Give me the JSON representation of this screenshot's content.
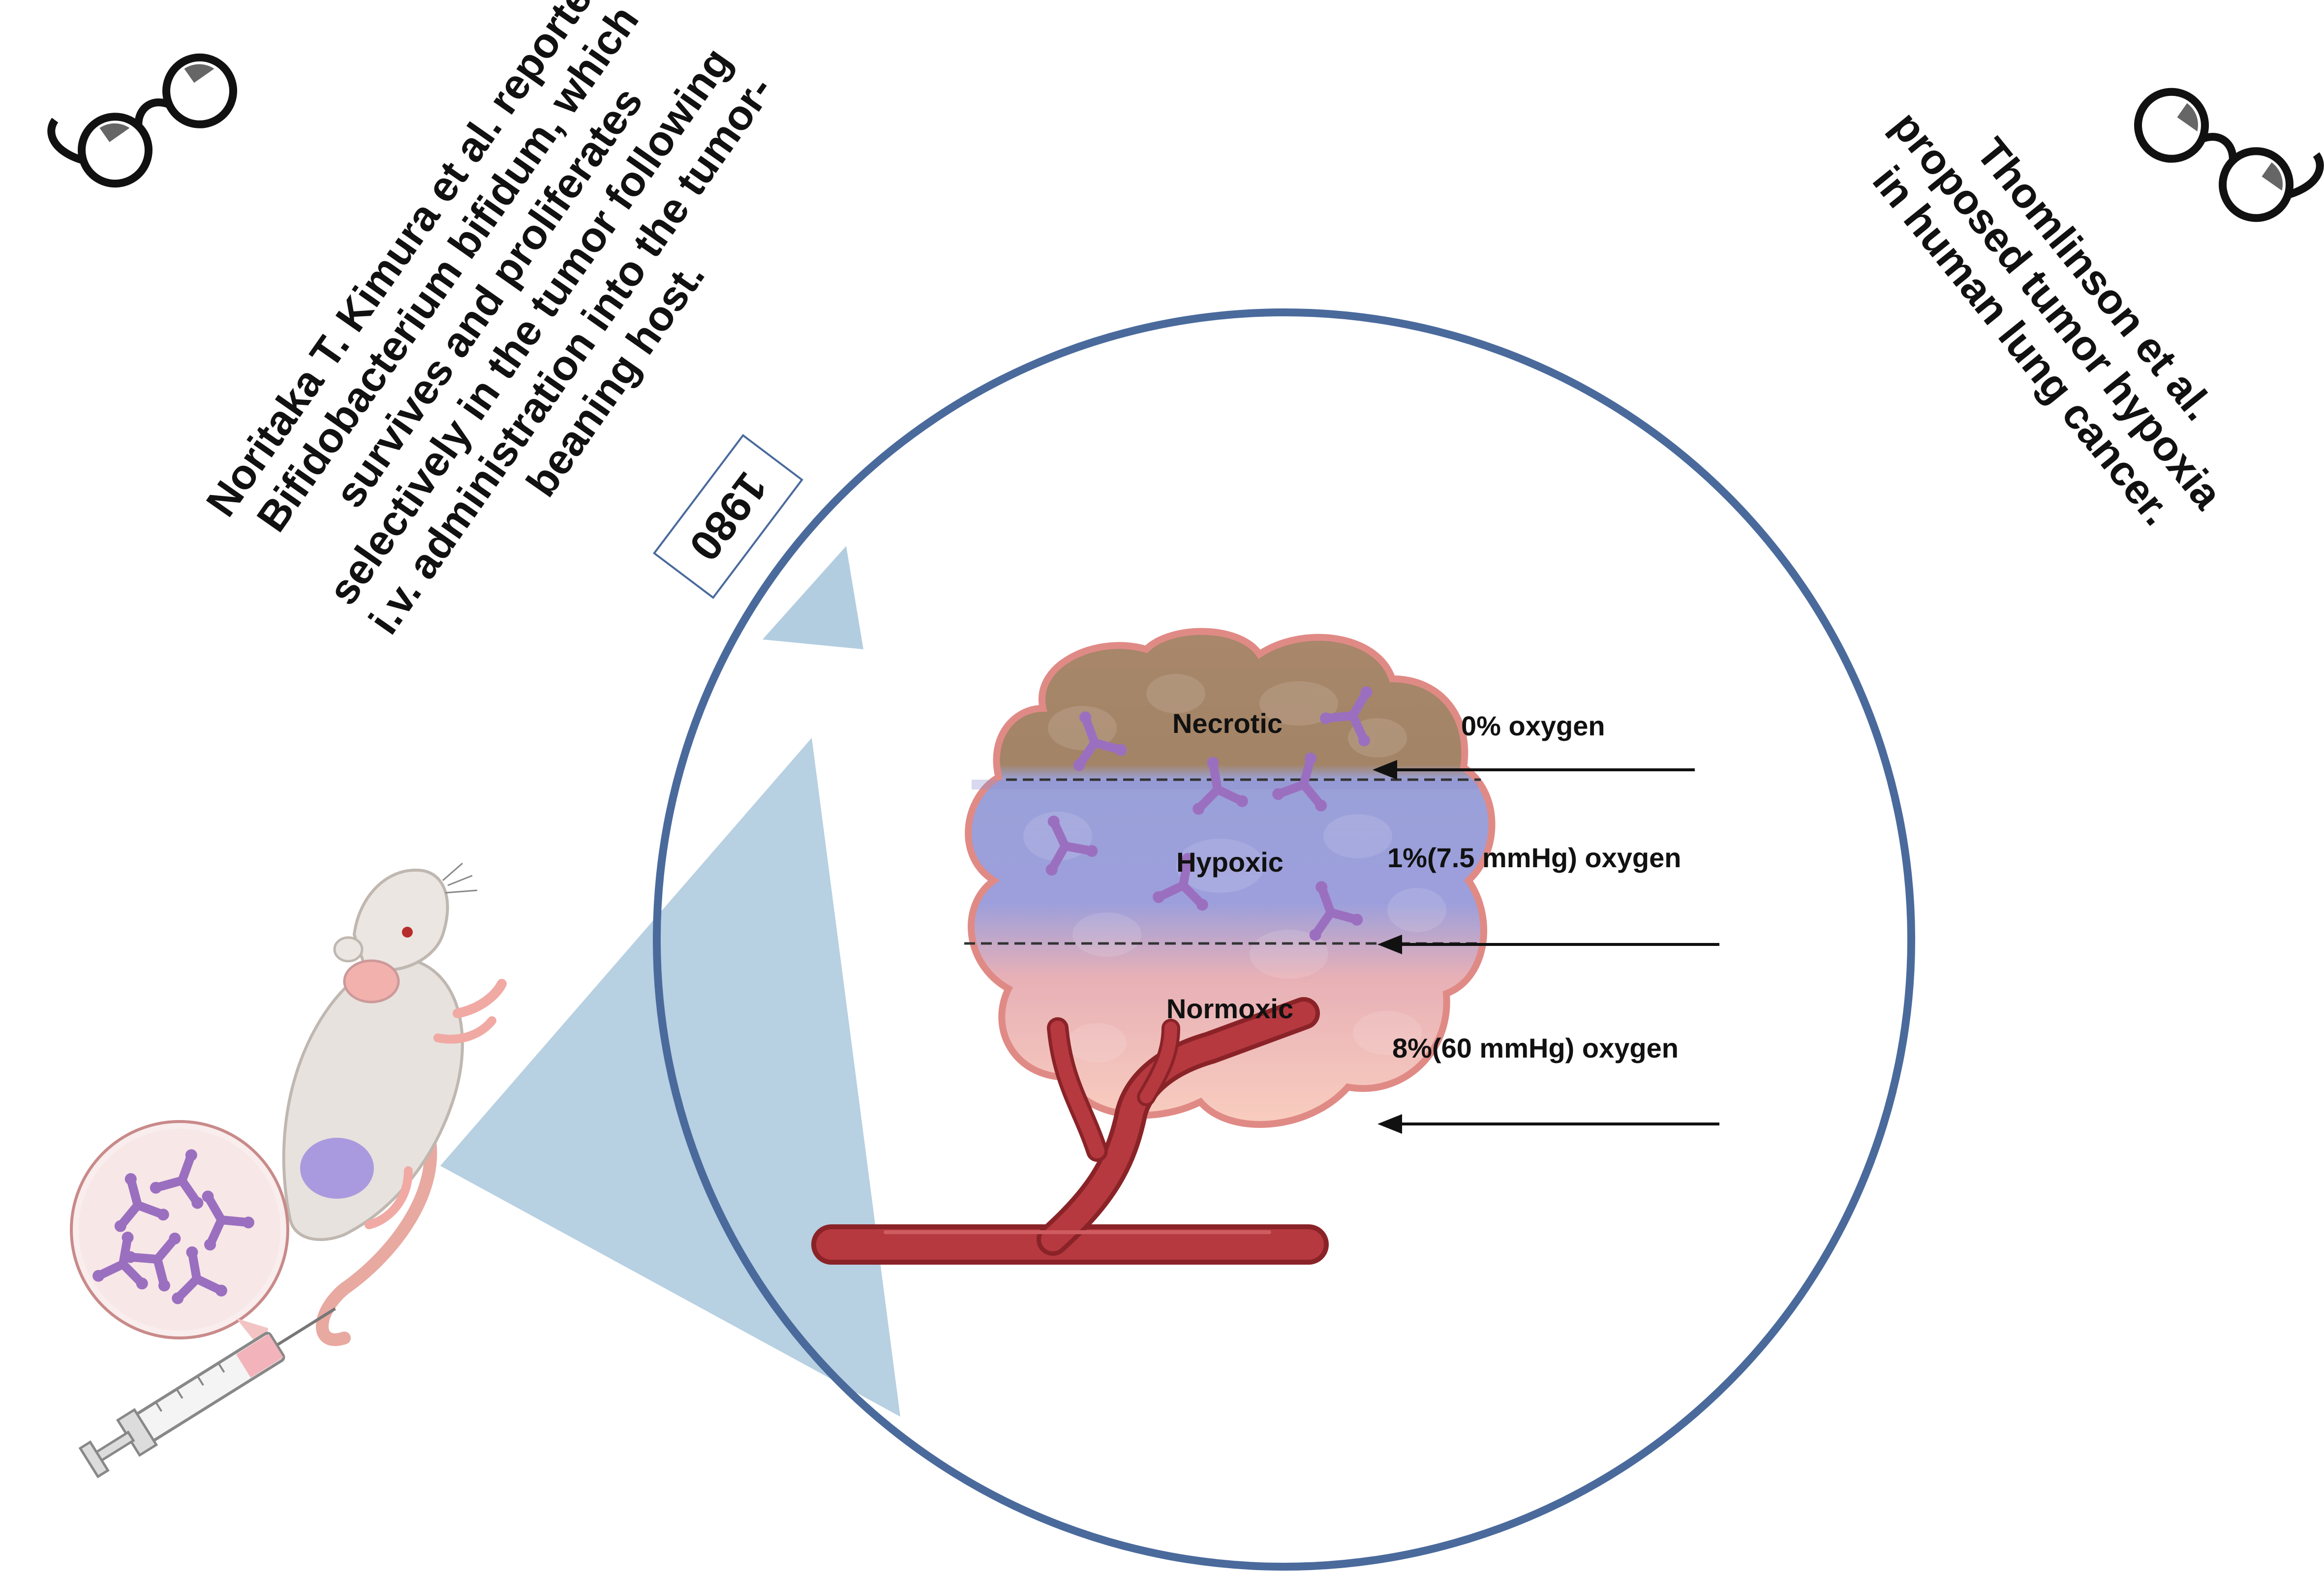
{
  "left_note": {
    "lines": [
      "Noritaka T. Kimura et al. reported",
      "Bifidobacterium bifidum, which",
      "survives and proliferates",
      "selectively in the tumor following",
      "i.v. administration into the tumor-",
      "beaning host."
    ]
  },
  "right_note": {
    "lines": [
      "Thomlinson et al.",
      "proposed tumor hypoxia",
      "in human lung cancer."
    ]
  },
  "year_tag": "1980",
  "zones": {
    "necrotic": "Necrotic",
    "hypoxic": "Hypoxic",
    "normoxic": "Normoxic"
  },
  "oxygen_levels": {
    "necrotic": "0% oxygen",
    "hypoxic": "1%(7.5 mmHg) oxygen",
    "normoxic": "8%(60 mmHg) oxygen"
  },
  "colors": {
    "circle_outline": "#4a6a9c",
    "zoom_fill": "#b3cde0",
    "vessel": "#b5393f",
    "necrotic": "#a98262",
    "hypoxic": "#9a9fd8",
    "normoxic": "#f7c3b3",
    "bacteria": "#9b6fbf",
    "tumor_on_mouse": "#a99ae0"
  },
  "icons": [
    "glasses-icon",
    "glasses-icon",
    "mouse-icon",
    "syringe-icon",
    "bacteria-icon",
    "blood-vessel-icon"
  ]
}
